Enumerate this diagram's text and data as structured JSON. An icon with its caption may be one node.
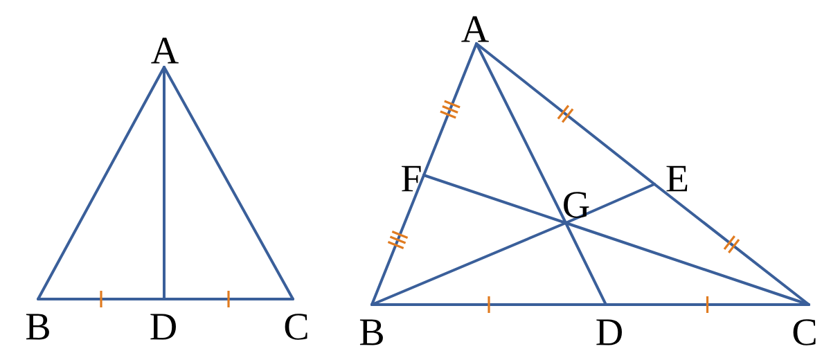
{
  "diagram": {
    "nodes": [
      {
        "text": [
          "A"
        ]
      },
      {
        "text": [
          "B"
        ]
      },
      {
        "text": [
          "D"
        ]
      },
      {
        "text": [
          "C"
        ]
      },
      {
        "text": [
          "A"
        ]
      },
      {
        "text": [
          "F"
        ]
      },
      {
        "text": [
          "E"
        ]
      },
      {
        "text": [
          "G"
        ]
      },
      {
        "text": [
          "B"
        ]
      },
      {
        "text": [
          "D"
        ]
      },
      {
        "text": [
          "C"
        ]
      }
    ],
    "edges": [
      {
        "from": 0,
        "to": 1,
        "arrow": "none"
      },
      {
        "from": 0,
        "to": 3,
        "arrow": "none"
      },
      {
        "from": 1,
        "to": 2,
        "arrow": "none"
      },
      {
        "from": 2,
        "to": 3,
        "arrow": "none"
      },
      {
        "from": 0,
        "to": 2,
        "arrow": "none"
      },
      {
        "from": 4,
        "to": 5,
        "arrow": "none"
      },
      {
        "from": 5,
        "to": 8,
        "arrow": "none"
      },
      {
        "from": 4,
        "to": 6,
        "arrow": "none"
      },
      {
        "from": 6,
        "to": 10,
        "arrow": "none"
      },
      {
        "from": 8,
        "to": 9,
        "arrow": "none"
      },
      {
        "from": 9,
        "to": 10,
        "arrow": "none"
      },
      {
        "from": 4,
        "to": 7,
        "arrow": "none"
      },
      {
        "from": 7,
        "to": 9,
        "arrow": "none"
      },
      {
        "from": 8,
        "to": 7,
        "arrow": "none"
      },
      {
        "from": 7,
        "to": 6,
        "arrow": "none"
      },
      {
        "from": 10,
        "to": 7,
        "arrow": "none"
      },
      {
        "from": 7,
        "to": 5,
        "arrow": "none"
      }
    ]
  }
}
